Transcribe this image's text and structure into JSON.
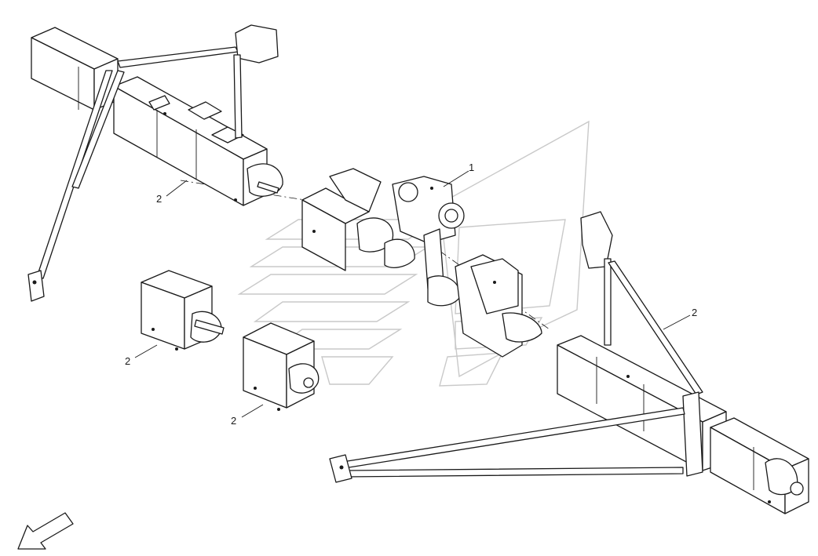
{
  "callouts": {
    "c1": "1",
    "c2a": "2",
    "c2b": "2",
    "c2c": "2",
    "c2d": "2"
  },
  "icons": {
    "direction": "arrow-down-left-icon",
    "watermark": "brand-watermark-icon"
  }
}
